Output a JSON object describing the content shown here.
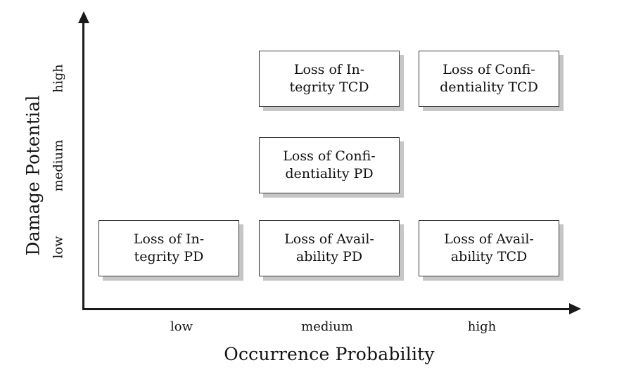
{
  "chart_data": {
    "type": "table",
    "title": "",
    "xlabel": "Occurrence Probability",
    "ylabel": "Damage Potential",
    "x_ticks": [
      "low",
      "medium",
      "high"
    ],
    "y_ticks": [
      "low",
      "medium",
      "high"
    ],
    "grid": false,
    "legend": "none",
    "cells": [
      {
        "x": "low",
        "y": "high",
        "label": "",
        "line1": "",
        "line2": "",
        "present": false
      },
      {
        "x": "medium",
        "y": "high",
        "label": "Loss of Integrity TCD",
        "line1": "Loss of In-",
        "line2": "tegrity TCD",
        "present": true
      },
      {
        "x": "high",
        "y": "high",
        "label": "Loss of Confidentiality TCD",
        "line1": "Loss of Confi-",
        "line2": "dentiality TCD",
        "present": true
      },
      {
        "x": "low",
        "y": "medium",
        "label": "",
        "line1": "",
        "line2": "",
        "present": false
      },
      {
        "x": "medium",
        "y": "medium",
        "label": "Loss of Confidentiality PD",
        "line1": "Loss of Confi-",
        "line2": "dentiality PD",
        "present": true
      },
      {
        "x": "high",
        "y": "medium",
        "label": "",
        "line1": "",
        "line2": "",
        "present": false
      },
      {
        "x": "low",
        "y": "low",
        "label": "Loss of Integrity PD",
        "line1": "Loss of In-",
        "line2": "tegrity PD",
        "present": true
      },
      {
        "x": "medium",
        "y": "low",
        "label": "Loss of Availability PD",
        "line1": "Loss of Avail-",
        "line2": "ability PD",
        "present": true
      },
      {
        "x": "high",
        "y": "low",
        "label": "Loss of Availability TCD",
        "line1": "Loss of Avail-",
        "line2": "ability TCD",
        "present": true
      }
    ],
    "colors": {
      "axis": "#1a1a1a",
      "box_border": "#3a3a3a",
      "box_fill": "#ffffff",
      "box_shadow": "#c6c6c6",
      "text": "#111111",
      "background": "#ffffff"
    }
  }
}
